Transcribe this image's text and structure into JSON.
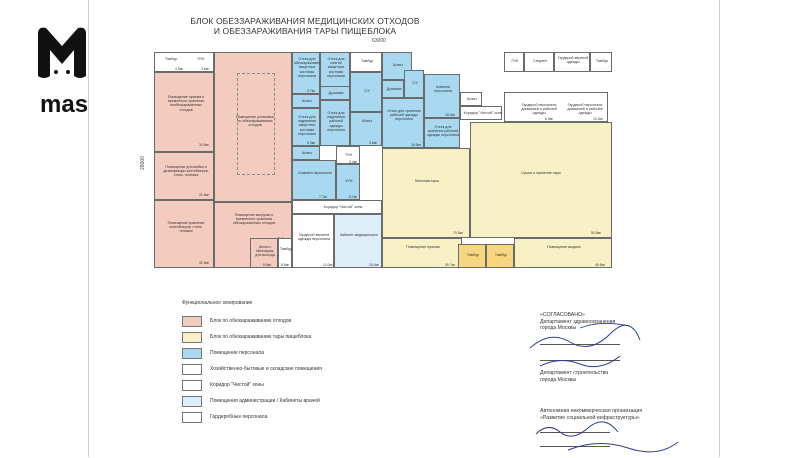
{
  "logo": {
    "word": "mash",
    "symbol": "M"
  },
  "header": {
    "title_line1": "БЛОК ОБЕЗЗАРАЖИВАНИЯ МЕДИЦИНСКИХ ОТХОДОВ",
    "title_line2": "И ОБЕЗЗАРАЖИВАНИЯ ТАРЫ ПИЩЕБЛОКА"
  },
  "dims": {
    "width": "63000",
    "height": "28000"
  },
  "colors": {
    "waste": "#f4ccbf",
    "tara": "#f9f1c6",
    "staff": "#a9d9f1",
    "service": "#ffffff",
    "admin": "#ddeef8",
    "wardrobe": "#ffffff",
    "tambur": "#f6d77f"
  },
  "rooms": {
    "tambur_tl": "Тамбур",
    "puk": "ПУК",
    "r_receive": "Помещение приема и временного хранения необеззараженных отходов",
    "r_disinfect": "Помещение установки по обеззараживанию отходов",
    "r_wash": "Помещение для мойки и дезинфекции контейнеров, стоек, тележек",
    "r_store": "Помещение хранения контейнеров, стоек, тележек",
    "r_unload": "Помещение выгрузки и временного хранения обеззараженных отходов",
    "r_cabinet": "Шлюз с обеззараж. для выхода",
    "tambur_bl": "Тамбур",
    "o_wear1": "Отсек для обеззараживания защитных костюма персонала",
    "o_wear2": "Отсек для снятия защитных костюма персонала",
    "shluz": "Шлюз",
    "shluz2": "Шлюз",
    "shluz3": "Шлюз",
    "shluz4": "Шлюз",
    "shluz5": "Шлюз",
    "dush": "Душевая",
    "dush2": "Душевая",
    "su": "С/У",
    "su2": "С/У",
    "o_cloth": "Отсек для хранения рабочей одежды персонала",
    "o_wear3": "Отсек для надевания защитных костюма персонала",
    "o_shoes": "Отсек для надевания рабочей одежды персонала",
    "o_store2": "Отсек для хранения защитных костюма персонала",
    "o_store3": "Отсек для хранения рабочей одежды персонала",
    "staff_room": "Комната персонала",
    "staff_room2": "Комната персонала",
    "puk2": "ПУК",
    "kui": "КУИ",
    "corridor_clean": "Коридор \"Чистой\" зоны",
    "corridor_clean2": "Коридор \"Чистой\" зоны",
    "wardrobe": "Гардероб верхней одежды персонала",
    "med_cabinet": "Кабинет медицинского",
    "moech": "Моечная тары",
    "dry": "Сушка и хранение тары",
    "priem": "Помещение приема",
    "vydacha": "Помещение выдачи",
    "tambur_b1": "Тамбур",
    "tambur_b2": "Тамбур",
    "puk3": "ПУК",
    "sanuzel": "Санузел",
    "gard_top": "Гардероб верхней одежды",
    "tambur_tr": "Тамбур",
    "gard_home": "Гардероб персонала домашней и рабочей одежды",
    "gard_home2": "Гардероб персонала домашней и рабочей одежды"
  },
  "areas": {
    "a1": "4.5м²",
    "a2": "3.6м²",
    "a3": "34.9м²",
    "a4": "21.5м²",
    "a5": "31.5м²",
    "a6": "31.5м²",
    "a7": "8.5м²",
    "a8": "5.8м²",
    "a9": "4.7м²",
    "a10": "6.0м²",
    "a11": "3.6м²",
    "a12": "7.7м²",
    "a13": "3.4м²",
    "a14": "5.7м²",
    "a15": "18.2м²",
    "a16": "16.5м²",
    "a17": "11.0м²",
    "a18": "15.0м²",
    "a19": "70.5м²",
    "a20": "50.5м²",
    "a21": "30.7м²",
    "a22": "45.5м²",
    "a23": "6.5м²",
    "a24": "10.0м²",
    "a25": "3.8м²",
    "a26": "7.8м²"
  },
  "legend": {
    "title": "Функциональное зонирование",
    "items": [
      {
        "label": "Блок по обеззараживанию отходов",
        "color": "#f4ccbf"
      },
      {
        "label": "Блок по обеззараживанию тары пищеблока",
        "color": "#f9f1c6"
      },
      {
        "label": "Помещение персонала",
        "color": "#a9d9f1"
      },
      {
        "label": "Хозяйственно-бытовые и складские помещения",
        "color": "#ffffff"
      },
      {
        "label": "Коридор \"Чистой\" зоны",
        "color": "#ffffff"
      },
      {
        "label": "Помещения администрации / Кабинеты врачей",
        "color": "#ddeef8"
      },
      {
        "label": "Гардеробные персонала",
        "color": "#ffffff"
      }
    ]
  },
  "approval": {
    "agreed": "«СОГЛАСОВАНО»",
    "dept1_l1": "Департамент здравоохранения",
    "dept1_l2": "города Москвы",
    "dept2_l1": "Департамент строительства",
    "dept2_l2": "города Москвы",
    "org_l1": "Автономная некоммерческая организация",
    "org_l2": "«Развитие социальной инфраструктуры»"
  }
}
